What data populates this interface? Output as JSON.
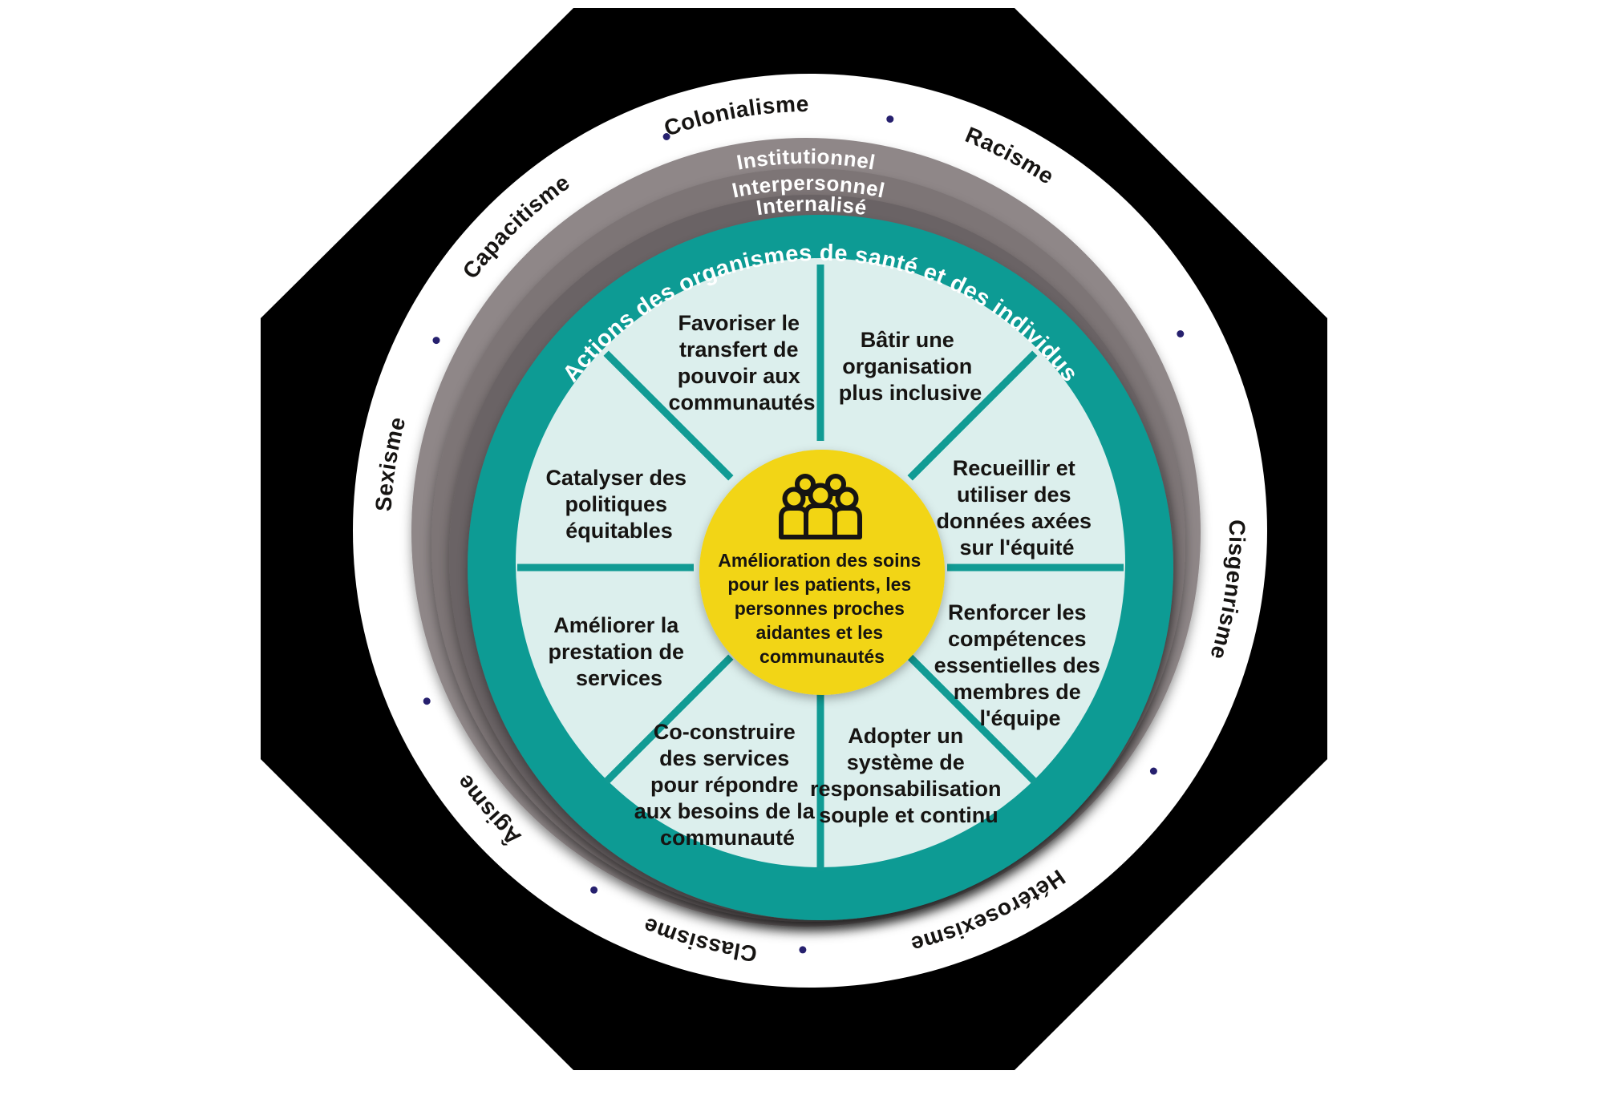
{
  "colors": {
    "background": "#ffffff",
    "octagon": "#000000",
    "outer_ring": "#ffffff",
    "ring_institutionnel": "#8f8788",
    "ring_interpersonnel": "#7d7576",
    "ring_internalise": "#6b6465",
    "action_ring_teal": "#119b94",
    "segment_mint": "#dcefed",
    "center_yellow": "#f2d513",
    "dot_navy": "#26206e",
    "text_dark": "#161412",
    "text_light": "#ffffff"
  },
  "outer_labels": [
    "Colonialisme",
    "Racisme",
    "Cisgenrisme",
    "Hétérosexisme",
    "Classisme",
    "Âgisme",
    "Sexisme",
    "Capacitisme"
  ],
  "level_rings": [
    "Institutionnel",
    "Interpersonnel",
    "Internalisé"
  ],
  "action_arc_label": "Actions des organismes de santé et des individus",
  "segments": [
    {
      "lines": [
        "Favoriser le",
        "transfert de",
        "pouvoir aux",
        "communautés"
      ]
    },
    {
      "lines": [
        "Bâtir une",
        "organisation",
        "plus inclusive"
      ]
    },
    {
      "lines": [
        "Recueillir et",
        "utiliser des",
        "données axées",
        "sur l'équité"
      ]
    },
    {
      "lines": [
        "Renforcer les",
        "compétences",
        "essentielles des",
        "membres de",
        "l'équipe"
      ]
    },
    {
      "lines": [
        "Adopter un",
        "système de",
        "responsabilisation",
        "souple et continu"
      ]
    },
    {
      "lines": [
        "Co-construire",
        "des services",
        "pour répondre",
        "aux besoins de la",
        "communauté"
      ]
    },
    {
      "lines": [
        "Améliorer la",
        "prestation de",
        "services"
      ]
    },
    {
      "lines": [
        "Catalyser des",
        "politiques",
        "équitables"
      ]
    }
  ],
  "center": {
    "icon": "people-group-icon",
    "lines": [
      "Amélioration des soins",
      "pour les patients, les",
      "personnes proches",
      "aidantes et les",
      "communautés"
    ]
  }
}
